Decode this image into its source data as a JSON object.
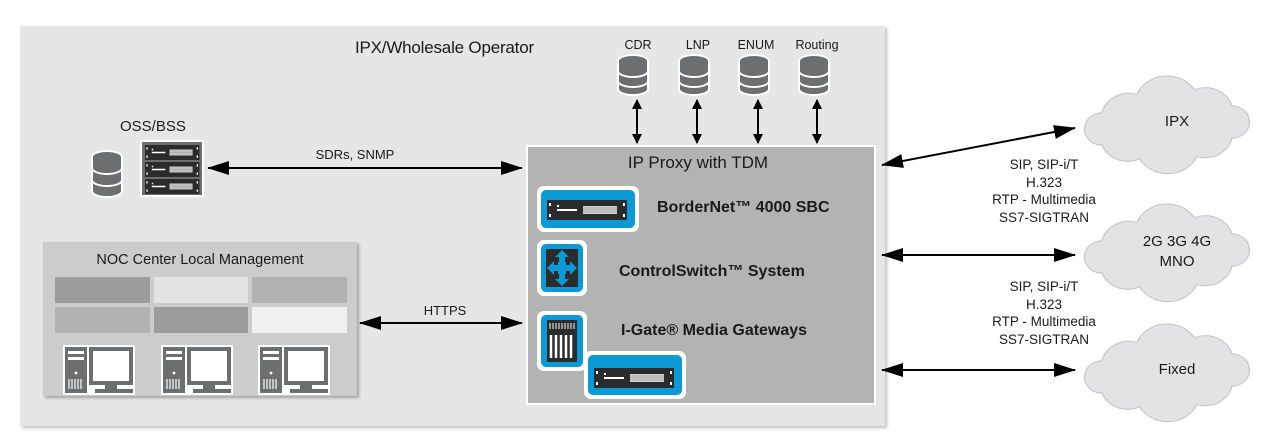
{
  "diagram": {
    "operator_title": "IPX/Wholesale Operator",
    "databases": [
      {
        "label": "CDR"
      },
      {
        "label": "LNP"
      },
      {
        "label": "ENUM"
      },
      {
        "label": "Routing"
      }
    ],
    "oss_bss": {
      "label": "OSS/BSS"
    },
    "oss_link_label": "SDRs, SNMP",
    "noc": {
      "title": "NOC Center Local Management",
      "grid_colors": [
        "#9c9c9c",
        "#e3e3e3",
        "#b2b2b2",
        "#b2b2b2",
        "#9c9c9c",
        "#f0f0f0"
      ],
      "workstation_count": 3
    },
    "noc_link_label": "HTTPS",
    "proxy": {
      "title": "IP Proxy with TDM",
      "products": [
        {
          "label": "BorderNet™ 4000 SBC",
          "icon": "sbc-server-icon"
        },
        {
          "label": "ControlSwitch™ System",
          "icon": "switch-arrows-icon"
        },
        {
          "label": "I-Gate® Media Gateways",
          "icon": "media-gateway-icon"
        }
      ]
    },
    "protocol_groups": [
      {
        "lines": [
          "SIP, SIP-i/T",
          "H.323",
          "RTP - Multimedia",
          "SS7-SIGTRAN"
        ]
      },
      {
        "lines": [
          "SIP, SIP-i/T",
          "H.323",
          "RTP - Multimedia",
          "SS7-SIGTRAN"
        ]
      }
    ],
    "clouds": [
      {
        "label": "IPX"
      },
      {
        "label_lines": [
          "2G 3G 4G",
          "MNO"
        ]
      },
      {
        "label": "Fixed"
      }
    ],
    "colors": {
      "accent_blue": "#0c9ad6",
      "device_dark": "#2b2b2b",
      "db_gray": "#6d6e70",
      "operator_bg": "#e6e6e6",
      "proxy_bg": "#b3b3b3",
      "cloud_fill": "#e3e3e5"
    }
  }
}
